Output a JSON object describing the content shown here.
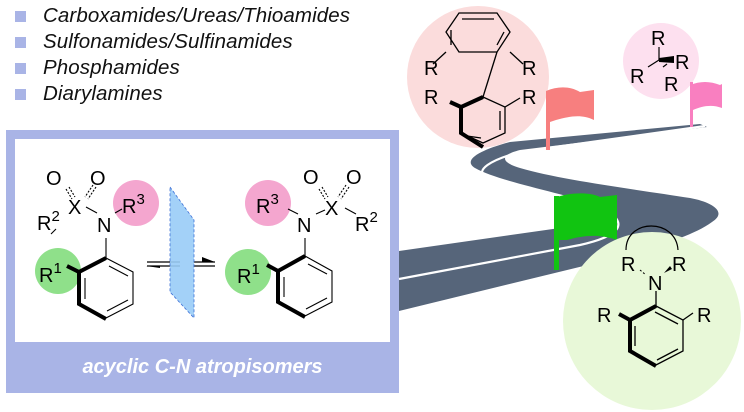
{
  "bullets": [
    {
      "icon": "square-bullet",
      "label": "Carboxamides/Ureas/Thioamides"
    },
    {
      "icon": "square-bullet",
      "label": "Sulfonamides/Sulfinamides"
    },
    {
      "icon": "square-bullet",
      "label": "Phosphamides"
    },
    {
      "icon": "square-bullet",
      "label": "Diarylamines"
    }
  ],
  "panel": {
    "caption": "acyclic C-N atropisomers",
    "frame_color": "#a9b4e6"
  },
  "left_molecule": {
    "oxygen1": "O",
    "oxygen2": "O",
    "center_atom": "X",
    "nitrogen": "N",
    "r1": "R",
    "r1_sup": "1",
    "r2": "R",
    "r2_sup": "2",
    "r3": "R",
    "r3_sup": "3"
  },
  "right_molecule": {
    "oxygen1": "O",
    "oxygen2": "O",
    "center_atom": "X",
    "nitrogen": "N",
    "r1": "R",
    "r1_sup": "1",
    "r2": "R",
    "r2_sup": "2",
    "r3": "R",
    "r3_sup": "3"
  },
  "biaryl": {
    "r_labels": [
      "R",
      "R",
      "R",
      "R"
    ]
  },
  "stereocenter": {
    "r_labels": [
      "R",
      "R",
      "R",
      "R"
    ]
  },
  "cn_axis": {
    "nitrogen": "N",
    "r_labels": [
      "R",
      "R",
      "R",
      "R"
    ]
  },
  "colors": {
    "r1_highlight": "#8fe08a",
    "r3_highlight": "#f4a6cf",
    "biaryl_circle": "#fbdcdc",
    "stereo_circle": "#fde0ef",
    "cn_circle": "#e8f8d8",
    "road": "#56657a",
    "flag_red": "#f77f7f",
    "flag_pink": "#f97fc0",
    "flag_green": "#11c411",
    "mirror": "#99ccf7"
  }
}
